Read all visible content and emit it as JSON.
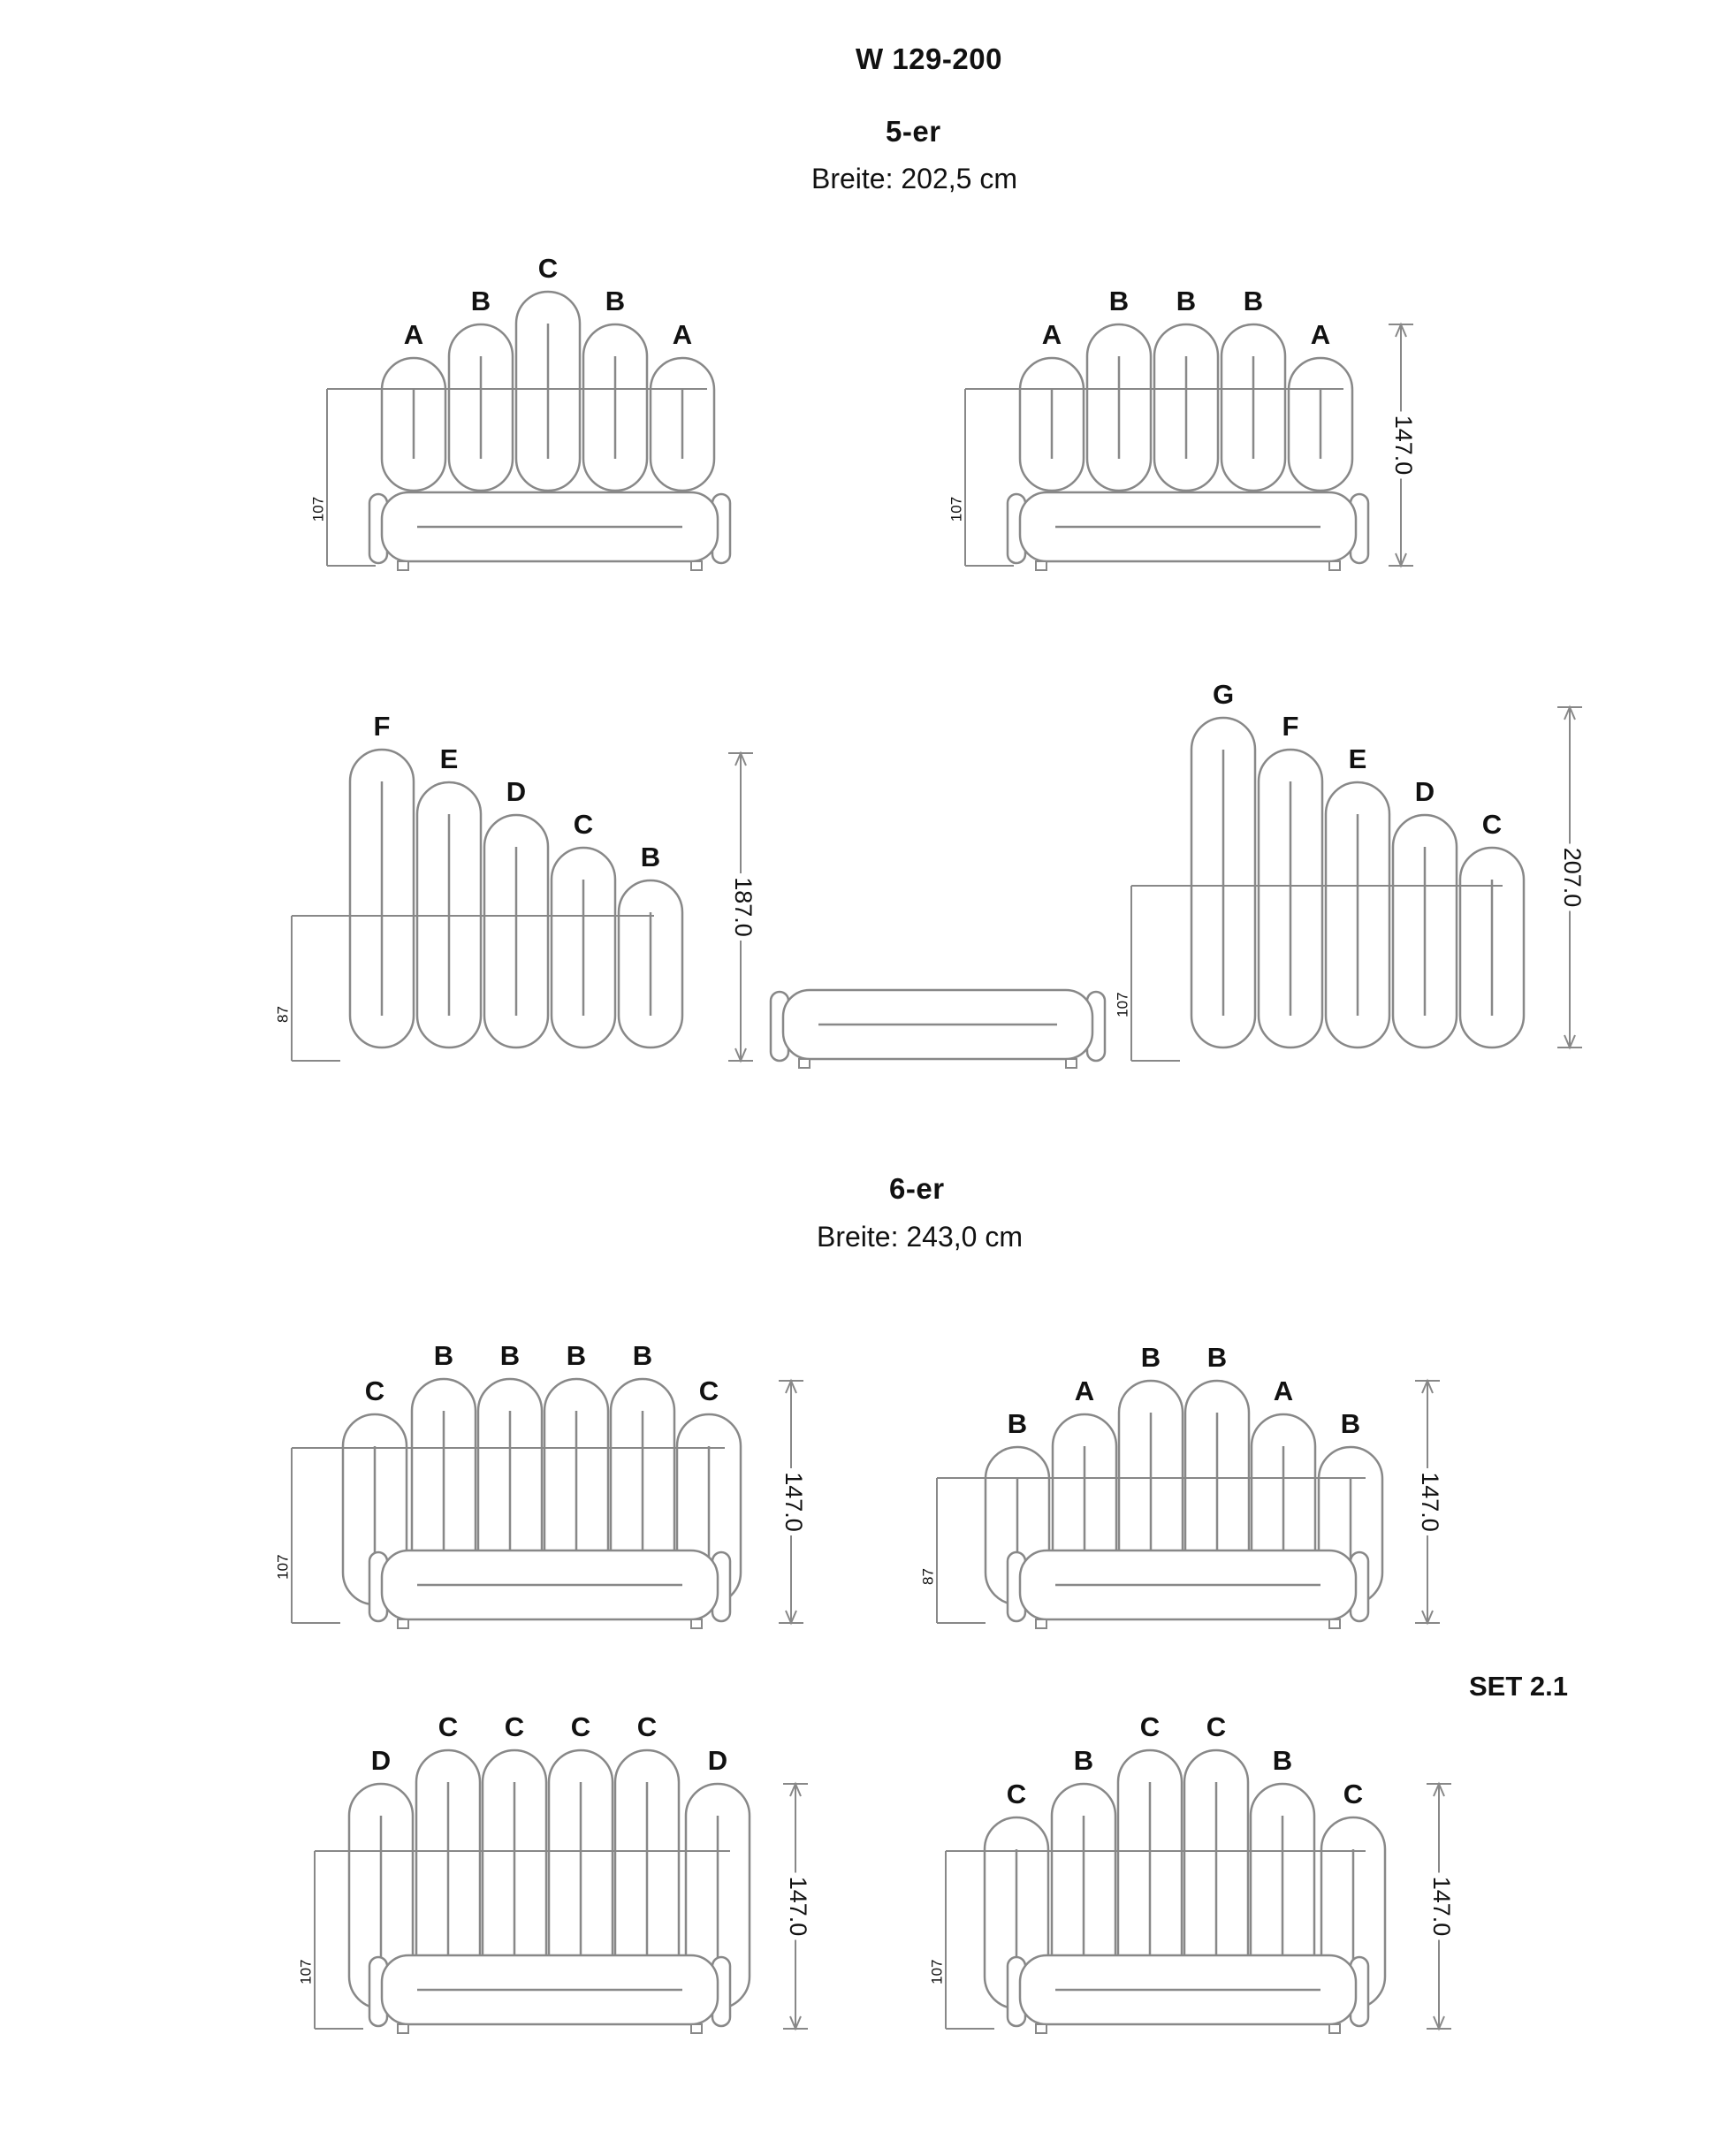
{
  "header": {
    "model": "W 129-200"
  },
  "sections": [
    {
      "name": "5-er",
      "width": "Breite: 202,5 cm"
    },
    {
      "name": "6-er",
      "width": "Breite: 243,0 cm"
    }
  ],
  "set_label": "SET 2.1",
  "stroke_color": "#888888",
  "label_color": "#111111",
  "diagrams": [
    {
      "id": "five-abcba",
      "labels": [
        "A",
        "B",
        "C",
        "B",
        "A"
      ],
      "seat_height_label": "107",
      "total_height_label": ""
    },
    {
      "id": "five-abbba",
      "labels": [
        "A",
        "B",
        "B",
        "B",
        "A"
      ],
      "seat_height_label": "107",
      "total_height_label": "147.0"
    },
    {
      "id": "five-fedcb",
      "labels": [
        "F",
        "E",
        "D",
        "C",
        "B"
      ],
      "seat_height_label": "87",
      "total_height_label": "187.0"
    },
    {
      "id": "five-gfedc",
      "labels": [
        "G",
        "F",
        "E",
        "D",
        "C"
      ],
      "seat_height_label": "107",
      "total_height_label": "207.0"
    },
    {
      "id": "six-cbbbbc",
      "labels": [
        "C",
        "B",
        "B",
        "B",
        "B",
        "C"
      ],
      "seat_height_label": "107",
      "total_height_label": "147.0"
    },
    {
      "id": "six-babbab",
      "labels": [
        "B",
        "A",
        "B",
        "B",
        "A",
        "B"
      ],
      "seat_height_label": "87",
      "total_height_label": "147.0"
    },
    {
      "id": "six-dccccd",
      "labels": [
        "D",
        "C",
        "C",
        "C",
        "C",
        "D"
      ],
      "seat_height_label": "107",
      "total_height_label": "147.0"
    },
    {
      "id": "six-cbccbc",
      "labels": [
        "C",
        "B",
        "C",
        "C",
        "B",
        "C"
      ],
      "seat_height_label": "107",
      "total_height_label": "147.0"
    }
  ]
}
